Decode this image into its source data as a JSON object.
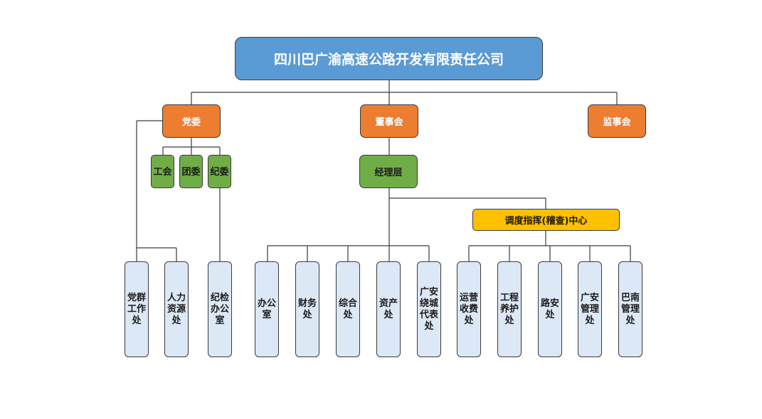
{
  "root": "四川巴广渝高速公路开发有限责任公司",
  "party_committee": "党委",
  "board": "董事会",
  "supervisory_board": "监事会",
  "union": "工会",
  "youth_league": "团委",
  "discipline_committee": "纪委",
  "management": "经理层",
  "dispatch_center": "调度指挥(稽查)中心",
  "departments": [
    "党群工作处",
    "人力资源处",
    "纪检办公室",
    "办公室",
    "财务处",
    "综合处",
    "资产处",
    "广安绕城代表处",
    "运营收费处",
    "工程养护处",
    "路安处",
    "广安管理处",
    "巴南管理处"
  ]
}
